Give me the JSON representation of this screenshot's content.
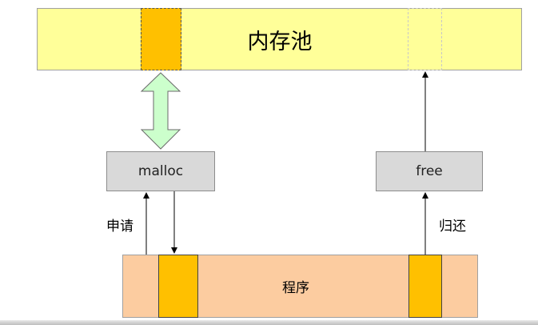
{
  "pool": {
    "label": "内存池"
  },
  "functions": {
    "malloc": "malloc",
    "free": "free"
  },
  "program": {
    "label": "程序"
  },
  "edges": {
    "apply": "申请",
    "return": "归还"
  },
  "colors": {
    "pool_fill": "#ffff99",
    "block_fill": "#ffc000",
    "program_fill": "#fccca0",
    "function_fill": "#d9d9d9",
    "double_arrow_fill": "#ccffcc"
  }
}
